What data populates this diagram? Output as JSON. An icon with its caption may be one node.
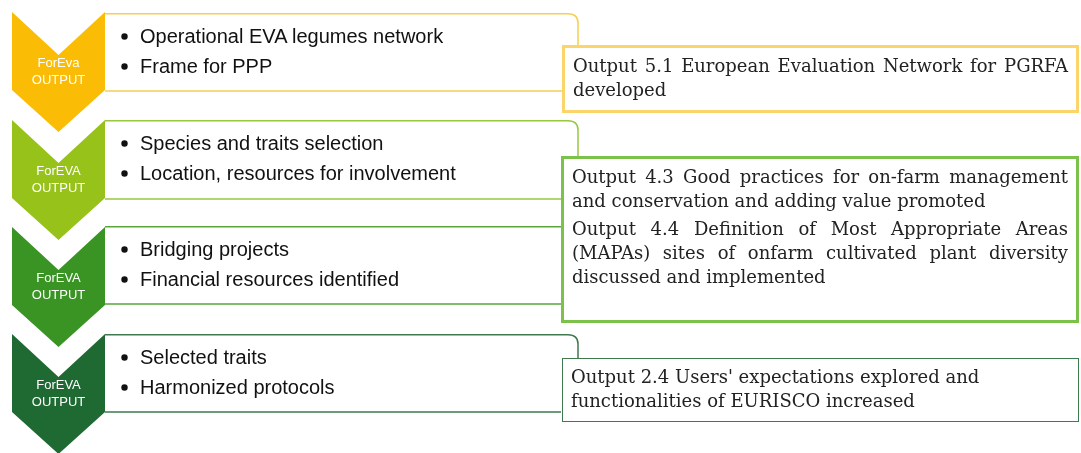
{
  "diagram": {
    "nodes": [
      {
        "text": [
          "ForEva OUTPUT"
        ]
      },
      {
        "text": [
          "Operational EVA legumes network",
          "Frame for PPP"
        ]
      },
      {
        "text": [
          "Output 5.1 European Evaluation Network for PGRFA developed"
        ]
      },
      {
        "text": [
          "ForEVA OUTPUT"
        ]
      },
      {
        "text": [
          "Species and traits selection",
          "Location, resources for involvement"
        ]
      },
      {
        "text": [
          "Output 4.3 Good practices for on-farm management and conservation and adding value promoted",
          "Output 4.4 Definition of Most Appropriate Areas (MAPAs) sites of onfarm cultivated plant diversity discussed and implemented"
        ]
      },
      {
        "text": [
          "ForEVA OUTPUT"
        ]
      },
      {
        "text": [
          "Bridging projects",
          "Financial resources identified"
        ]
      },
      {
        "text": [
          "ForEVA OUTPUT"
        ]
      },
      {
        "text": [
          "Selected traits",
          "Harmonized protocols"
        ]
      },
      {
        "text": [
          "Output 2.4 Users' expectations explored and functionalities of EURISCO increased"
        ]
      }
    ]
  }
}
